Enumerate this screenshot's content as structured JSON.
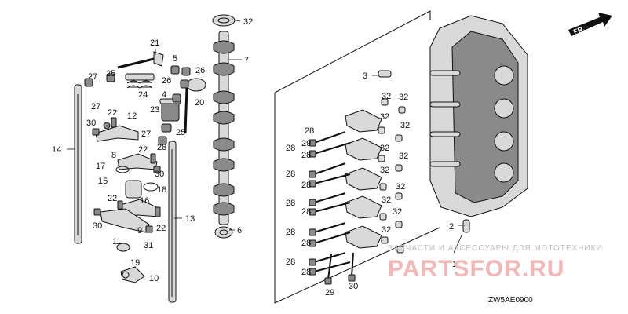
{
  "callouts": [
    {
      "id": "c1",
      "label": "1"
    },
    {
      "id": "c2",
      "label": "2"
    },
    {
      "id": "c3",
      "label": "3"
    },
    {
      "id": "c4",
      "label": "4"
    },
    {
      "id": "c5",
      "label": "5"
    },
    {
      "id": "c6",
      "label": "6"
    },
    {
      "id": "c7",
      "label": "7"
    },
    {
      "id": "c8",
      "label": "8"
    },
    {
      "id": "c9",
      "label": "9"
    },
    {
      "id": "c10",
      "label": "10"
    },
    {
      "id": "c11",
      "label": "11"
    },
    {
      "id": "c12",
      "label": "12"
    },
    {
      "id": "c13",
      "label": "13"
    },
    {
      "id": "c14",
      "label": "14"
    },
    {
      "id": "c15",
      "label": "15"
    },
    {
      "id": "c16",
      "label": "16"
    },
    {
      "id": "c17",
      "label": "17"
    },
    {
      "id": "c18",
      "label": "18"
    },
    {
      "id": "c19",
      "label": "19"
    },
    {
      "id": "c20",
      "label": "20"
    },
    {
      "id": "c21",
      "label": "21"
    },
    {
      "id": "c22a",
      "label": "22"
    },
    {
      "id": "c22b",
      "label": "22"
    },
    {
      "id": "c22c",
      "label": "22"
    },
    {
      "id": "c22d",
      "label": "22"
    },
    {
      "id": "c23",
      "label": "23"
    },
    {
      "id": "c24",
      "label": "24"
    },
    {
      "id": "c25a",
      "label": "25"
    },
    {
      "id": "c25b",
      "label": "25"
    },
    {
      "id": "c26a",
      "label": "26"
    },
    {
      "id": "c26b",
      "label": "26"
    },
    {
      "id": "c27a",
      "label": "27"
    },
    {
      "id": "c27b",
      "label": "27"
    },
    {
      "id": "c27c",
      "label": "27"
    },
    {
      "id": "c28a",
      "label": "28"
    },
    {
      "id": "c28b",
      "label": "28"
    },
    {
      "id": "c28c",
      "label": "28"
    },
    {
      "id": "c28d",
      "label": "28"
    },
    {
      "id": "c28e",
      "label": "28"
    },
    {
      "id": "c28f",
      "label": "28"
    },
    {
      "id": "c28g",
      "label": "28"
    },
    {
      "id": "c28h",
      "label": "28"
    },
    {
      "id": "c28i",
      "label": "28"
    },
    {
      "id": "c28j",
      "label": "28"
    },
    {
      "id": "c28k",
      "label": "28"
    },
    {
      "id": "c28l",
      "label": "28"
    },
    {
      "id": "c29a",
      "label": "29"
    },
    {
      "id": "c29b",
      "label": "29"
    },
    {
      "id": "c30a",
      "label": "30"
    },
    {
      "id": "c30b",
      "label": "30"
    },
    {
      "id": "c30c",
      "label": "30"
    },
    {
      "id": "c30d",
      "label": "30"
    },
    {
      "id": "c31",
      "label": "31"
    },
    {
      "id": "c32a",
      "label": "32"
    },
    {
      "id": "c32b",
      "label": "32"
    },
    {
      "id": "c32c",
      "label": "32"
    },
    {
      "id": "c32d",
      "label": "32"
    },
    {
      "id": "c32e",
      "label": "32"
    },
    {
      "id": "c32f",
      "label": "32"
    },
    {
      "id": "c32g",
      "label": "32"
    },
    {
      "id": "c32h",
      "label": "32"
    },
    {
      "id": "c32i",
      "label": "32"
    },
    {
      "id": "c32j",
      "label": "32"
    },
    {
      "id": "c32k",
      "label": "32"
    },
    {
      "id": "c32l",
      "label": "32"
    }
  ],
  "direction_label": "FR.",
  "diagram_code": "ZW5AE0900",
  "watermark": {
    "top_line": "ЗАПЧАСТИ И АКСЕССУАРЫ ДЛЯ МОТОТЕХНИКИ",
    "brand": "PARTSFOR.RU"
  }
}
